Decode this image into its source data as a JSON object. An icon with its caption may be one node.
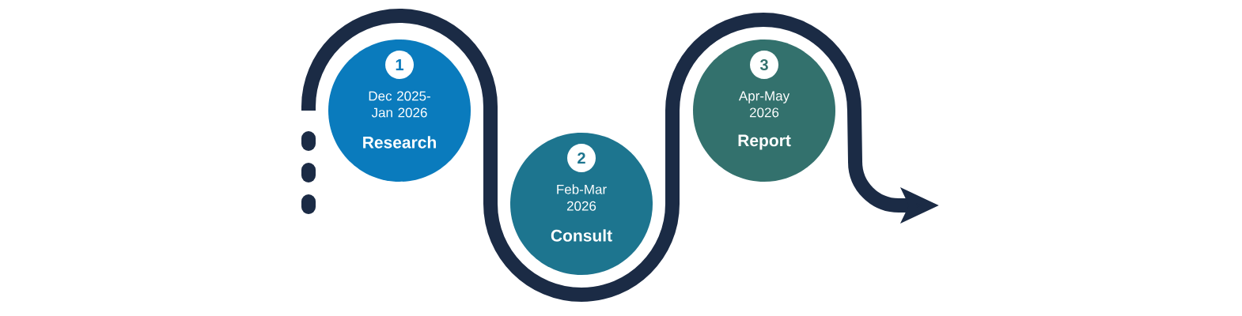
{
  "diagram": {
    "nodes": [
      {
        "text": [
          "1",
          "Dec 2025- Jan 2026",
          "Research"
        ]
      },
      {
        "text": [
          "2",
          "Feb-Mar 2026",
          "Consult"
        ]
      },
      {
        "text": [
          "3",
          "Apr-May 2026",
          "Report"
        ]
      }
    ]
  }
}
